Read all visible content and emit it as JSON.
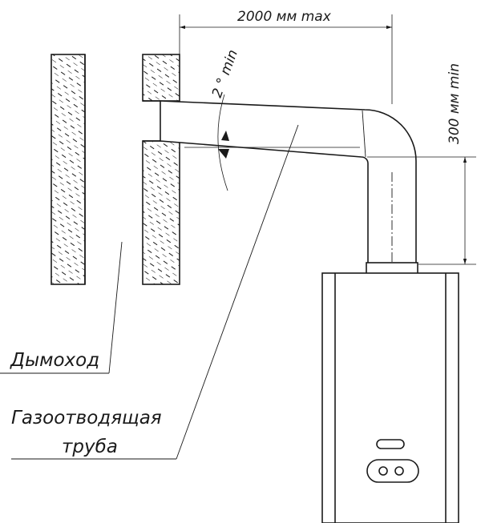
{
  "labels": {
    "chimney": "Дымоход",
    "flue_pipe_line1": "Газоотводящая",
    "flue_pipe_line2": "труба"
  },
  "dimensions": {
    "max_length": "2000 мм max",
    "min_height": "300 мм min",
    "min_slope": "2 ° min"
  },
  "colors": {
    "line": "#1a1a1a",
    "background": "#ffffff"
  },
  "icons": {
    "brick_hatch": "hatch-pattern",
    "boiler": "gas-boiler",
    "dimension_arrow": "arrowhead"
  }
}
